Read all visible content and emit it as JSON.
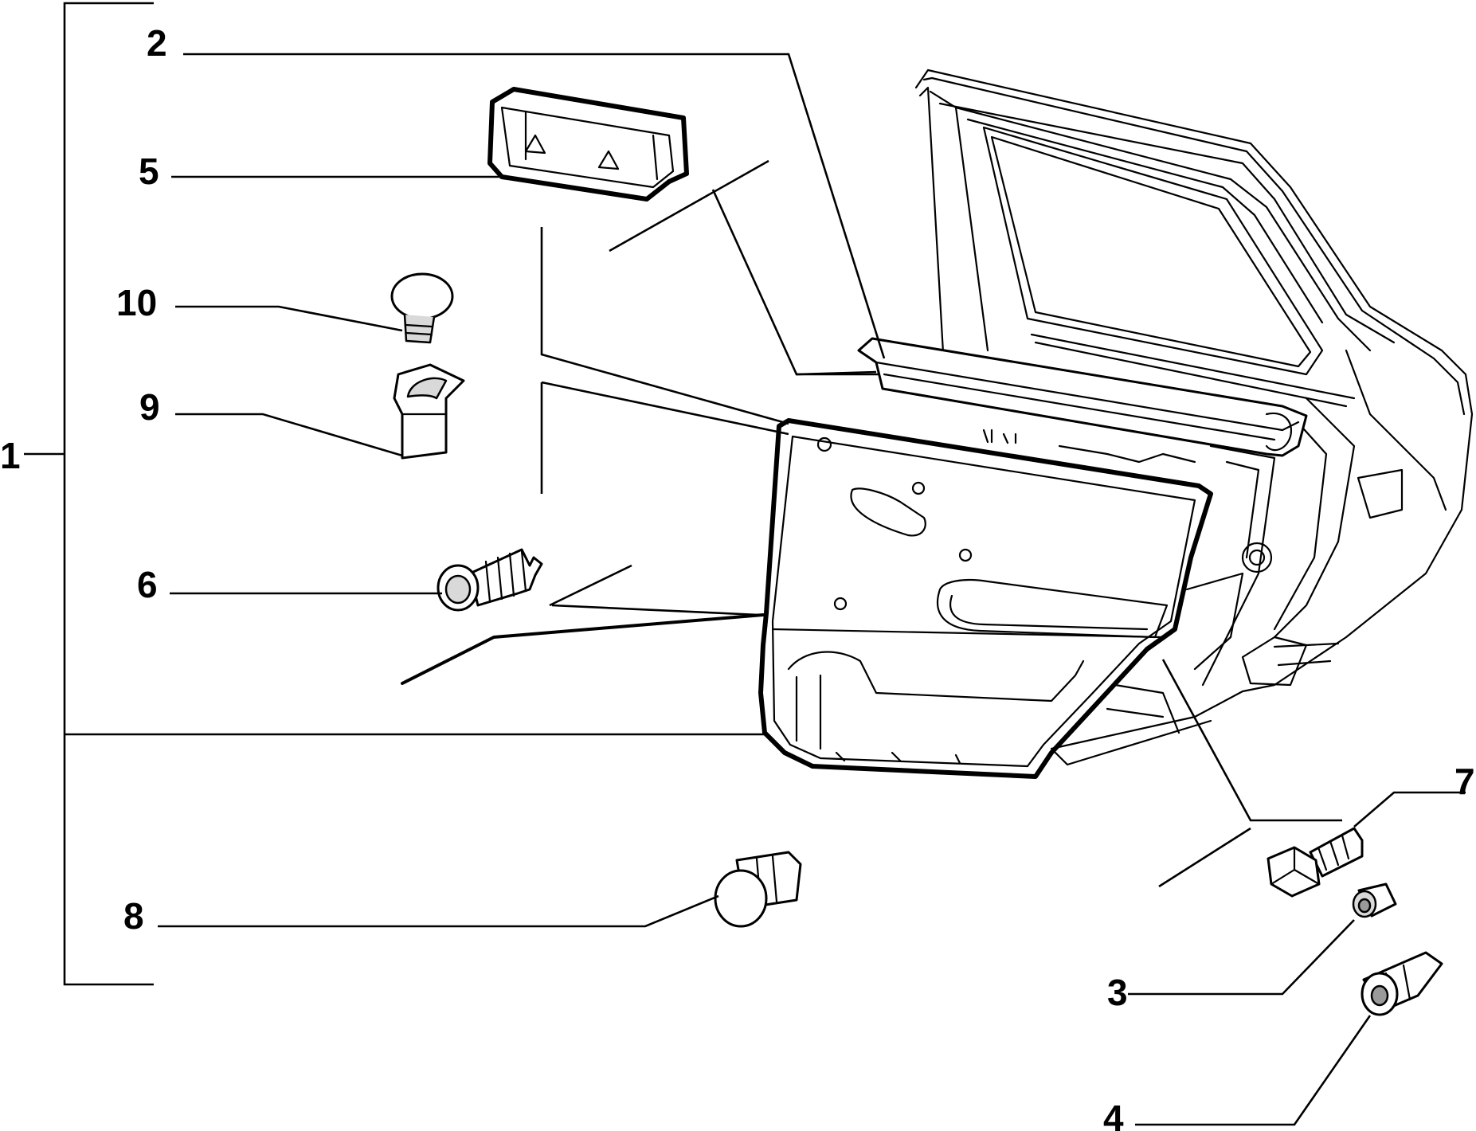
{
  "diagram": {
    "type": "exploded-parts-diagram",
    "line_color": "#000000",
    "background": "#ffffff",
    "callouts": [
      {
        "id": "1",
        "label": "1"
      },
      {
        "id": "2",
        "label": "2"
      },
      {
        "id": "3",
        "label": "3"
      },
      {
        "id": "4",
        "label": "4"
      },
      {
        "id": "5",
        "label": "5"
      },
      {
        "id": "6",
        "label": "6"
      },
      {
        "id": "7",
        "label": "7"
      },
      {
        "id": "8",
        "label": "8"
      },
      {
        "id": "9",
        "label": "9"
      },
      {
        "id": "10",
        "label": "10"
      }
    ],
    "parts": [
      {
        "callout": "1",
        "icon": "assembly-bracket-icon"
      },
      {
        "callout": "2",
        "icon": "window-sill-strip-icon"
      },
      {
        "callout": "3",
        "icon": "grommet-icon"
      },
      {
        "callout": "4",
        "icon": "expansion-clip-icon"
      },
      {
        "callout": "5",
        "icon": "pocket-insert-icon"
      },
      {
        "callout": "6",
        "icon": "fir-tree-clip-icon"
      },
      {
        "callout": "7",
        "icon": "hex-bolt-icon"
      },
      {
        "callout": "8",
        "icon": "push-rivet-icon"
      },
      {
        "callout": "9",
        "icon": "handle-bezel-icon"
      },
      {
        "callout": "10",
        "icon": "cap-plug-icon"
      }
    ]
  }
}
